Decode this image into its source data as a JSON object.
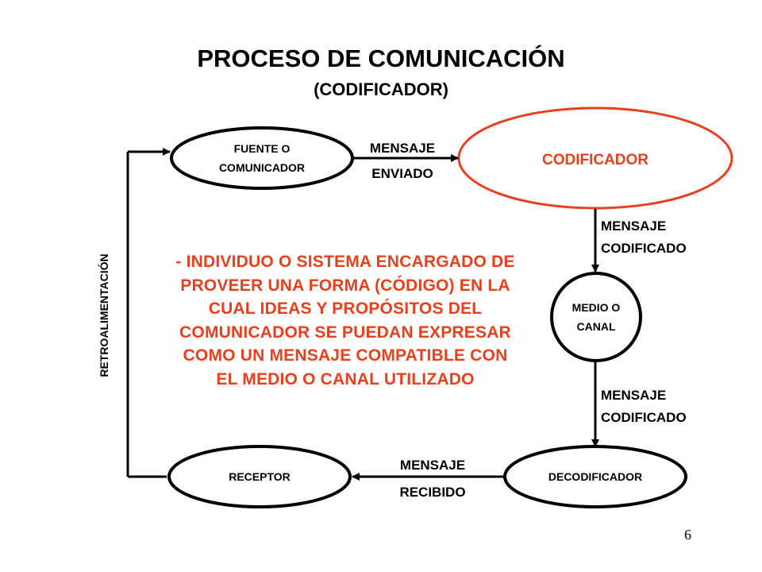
{
  "title": "PROCESO DE COMUNICACIÓN",
  "subtitle": "(CODIFICADOR)",
  "nodes": {
    "fuente_line1": "FUENTE O",
    "fuente_line2": "COMUNICADOR",
    "codificador": "CODIFICADOR",
    "medio_line1": "MEDIO O",
    "medio_line2": "CANAL",
    "decodificador": "DECODIFICADOR",
    "receptor": "RECEPTOR"
  },
  "edges": {
    "enviado_line1": "MENSAJE",
    "enviado_line2": "ENVIADO",
    "codificado1_line1": "MENSAJE",
    "codificado1_line2": "CODIFICADO",
    "codificado2_line1": "MENSAJE",
    "codificado2_line2": "CODIFICADO",
    "recibido_line1": "MENSAJE",
    "recibido_line2": "RECIBIDO",
    "feedback": "RETROALIMENTACIÓN"
  },
  "definition": "- INDIVIDUO O SISTEMA ENCARGADO DE\nPROVEER UNA FORMA (CÓDIGO) EN LA\nCUAL IDEAS Y PROPÓSITOS DEL\nCOMUNICADOR SE PUEDAN EXPRESAR\nCOMO UN MENSAJE COMPATIBLE CON\nEL MEDIO O CANAL UTILIZADO",
  "page_number": "6",
  "colors": {
    "highlight": "#e8401c",
    "ink": "#000000",
    "background": "#ffffff"
  }
}
